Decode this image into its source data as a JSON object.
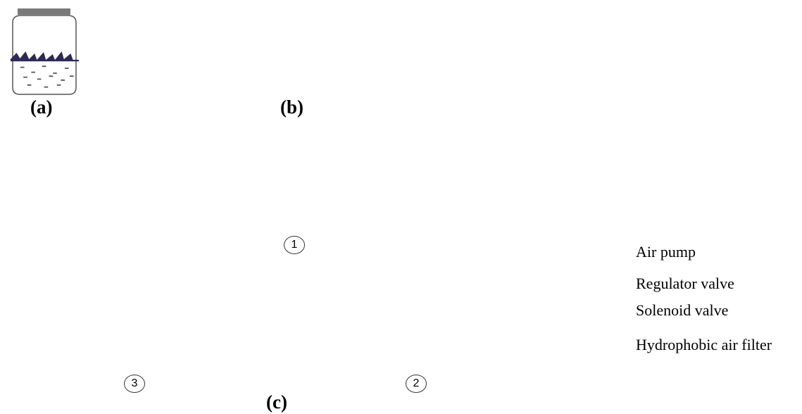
{
  "panels": {
    "a": "(a)",
    "b": "(b)",
    "c": "(c)"
  },
  "steps": {
    "one": "1",
    "two": "2",
    "three": "3"
  },
  "legend": {
    "air_pump": "Air pump",
    "regulator_valve": "Regulator valve",
    "solenoid_valve": "Solenoid valve",
    "hydrophobic_air_filter": "Hydrophobic air filter"
  },
  "colors": {
    "tube": "#3b7a6e",
    "lid": "#7a7a7a",
    "outline": "#444444",
    "plant": "#2c2a55"
  }
}
